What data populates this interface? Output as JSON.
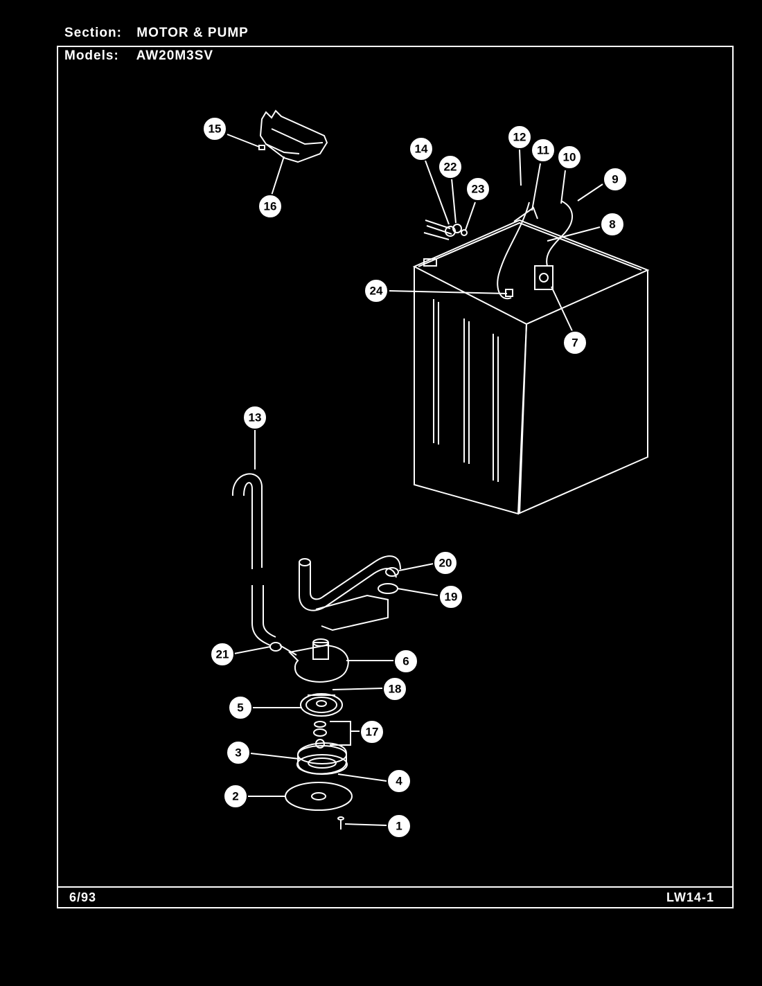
{
  "header": {
    "section_label": "Section:",
    "section_value": "MOTOR & PUMP",
    "models_label": "Models:",
    "models_value": "AW20M3SV"
  },
  "footer": {
    "date": "6/93",
    "page_code": "LW14-1"
  },
  "callouts": {
    "c1": "1",
    "c2": "2",
    "c3": "3",
    "c4": "4",
    "c5": "5",
    "c6": "6",
    "c7": "7",
    "c8": "8",
    "c9": "9",
    "c10": "10",
    "c11": "11",
    "c12": "12",
    "c13": "13",
    "c14": "14",
    "c15": "15",
    "c16": "16",
    "c17": "17",
    "c18": "18",
    "c19": "19",
    "c20": "20",
    "c21": "21",
    "c22": "22",
    "c23": "23",
    "c24": "24"
  }
}
